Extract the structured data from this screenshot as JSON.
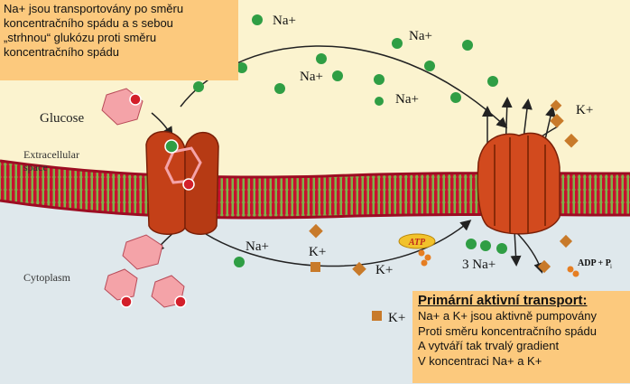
{
  "top_note": {
    "lines": [
      "Na+ jsou transportovány po směru",
      "koncentračního spádu a s sebou",
      "„strhnou“ glukózu proti směru",
      "koncentračního spádu"
    ]
  },
  "bottom_note": {
    "title": "Primární aktivní transport:",
    "lines": [
      "Na+ a K+ jsou aktivně pumpovány",
      "Proti směru koncentračního spádu",
      "A vytváří tak trvalý gradient",
      "V koncentraci Na+ a K+"
    ]
  },
  "labels": {
    "glucose": "Glucose",
    "extracellular_1": "Extracellular",
    "extracellular_2": "space",
    "cytoplasm": "Cytoplasm",
    "na_top_1": "Na+",
    "na_top_2": "Na+",
    "na_top_3": "Na+",
    "na_top_4": "Na+",
    "k_top": "K+",
    "na_bottom": "Na+",
    "k_bottom_1": "K+",
    "k_bottom_2": "K+",
    "k_bottom_3": "K+",
    "three_na": "3 Na+",
    "atp": "ATP",
    "adp": "ADP + P",
    "adp_sub": "i"
  },
  "colors": {
    "background": "#fbf3cf",
    "note": "#fcc97d",
    "membrane_outer": "#c8102e",
    "membrane_core": "#7fb04a",
    "cytoplasm": "#dfe8ec",
    "ion_na": "#2f9e44",
    "ion_k": "#c87a2a",
    "glucose": "#f4a3a8",
    "transporter": "#c44018",
    "pump": "#d24a1e"
  }
}
